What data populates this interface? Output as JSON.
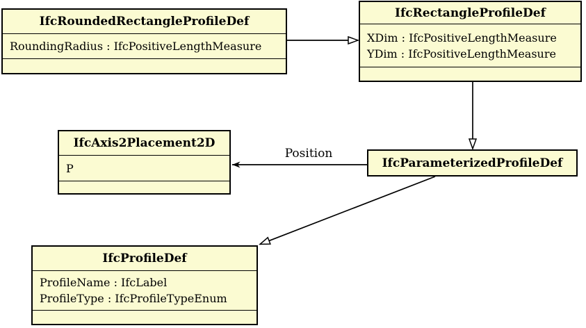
{
  "diagram": {
    "type": "uml-class-diagram",
    "background_color": "#FFFFFF",
    "class_fill_color": "#FBFBD2",
    "border_color": "#000000",
    "classes": [
      {
        "name": "IfcRoundedRectangleProfileDef",
        "attributes": [
          "RoundingRadius : IfcPositiveLengthMeasure"
        ]
      },
      {
        "name": "IfcRectangleProfileDef",
        "attributes": [
          "XDim : IfcPositiveLengthMeasure",
          "YDim : IfcPositiveLengthMeasure"
        ]
      },
      {
        "name": "IfcAxis2Placement2D",
        "attributes": [
          "P"
        ]
      },
      {
        "name": "IfcParameterizedProfileDef",
        "attributes": []
      },
      {
        "name": "IfcProfileDef",
        "attributes": [
          "ProfileName : IfcLabel",
          "ProfileType : IfcProfileTypeEnum"
        ]
      }
    ],
    "edges": [
      {
        "from": "IfcRoundedRectangleProfileDef",
        "to": "IfcRectangleProfileDef",
        "type": "generalization",
        "label": ""
      },
      {
        "from": "IfcRectangleProfileDef",
        "to": "IfcParameterizedProfileDef",
        "type": "generalization",
        "label": ""
      },
      {
        "from": "IfcParameterizedProfileDef",
        "to": "IfcAxis2Placement2D",
        "type": "association",
        "label": "Position"
      },
      {
        "from": "IfcParameterizedProfileDef",
        "to": "IfcProfileDef",
        "type": "generalization",
        "label": ""
      }
    ]
  }
}
